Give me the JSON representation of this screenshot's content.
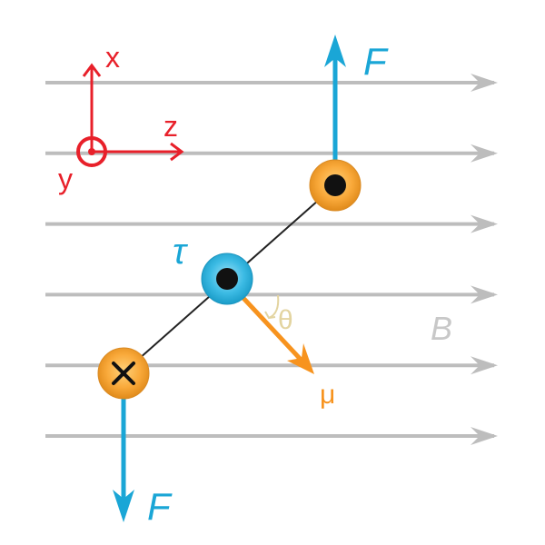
{
  "title": "Torque on a current loop in a uniform magnetic field",
  "colors": {
    "field": "#bdbdbd",
    "axes": "#e8202a",
    "force": "#1aa6d6",
    "moment": "#f7931e",
    "wire": "#222222",
    "theta": "#e3d4a0"
  },
  "axes": {
    "x_label": "x",
    "z_label": "z",
    "y_label": "y"
  },
  "field": {
    "label": "B",
    "line_count": 6
  },
  "forces": {
    "top_label": "F",
    "bottom_label": "F"
  },
  "torque": {
    "label": "τ"
  },
  "moment": {
    "label": "μ"
  },
  "angle": {
    "label": "θ"
  },
  "conductors": [
    {
      "name": "out-of-page",
      "symbol": "dot"
    },
    {
      "name": "axis",
      "symbol": "dot"
    },
    {
      "name": "into-page",
      "symbol": "cross"
    }
  ]
}
